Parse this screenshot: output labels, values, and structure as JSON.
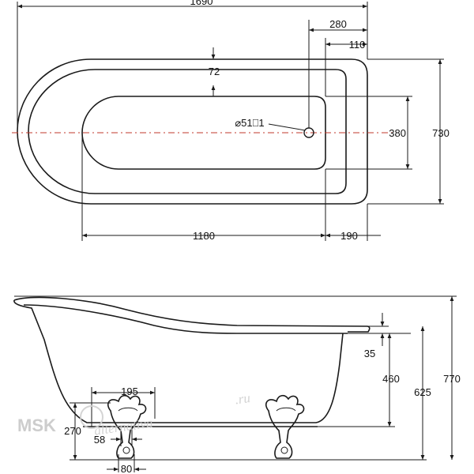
{
  "top_view": {
    "overall_length": "1690",
    "drain_offset": "280",
    "rim_end": "110",
    "rim_width": "72",
    "drain_label": "⌀51⎕1",
    "inner_width": "380",
    "overall_width": "730",
    "inner_length": "1180",
    "end_offset": "190"
  },
  "side_view": {
    "rim_drop": "35",
    "inner_depth": "460",
    "body_height": "625",
    "overall_height": "770",
    "leg_spacing": "195",
    "leg_height": "270",
    "leg_width": "58",
    "foot_width": "80"
  },
  "watermark": {
    "brand": "MSK",
    "site": "alternativa",
    "suffix": ".ru"
  }
}
